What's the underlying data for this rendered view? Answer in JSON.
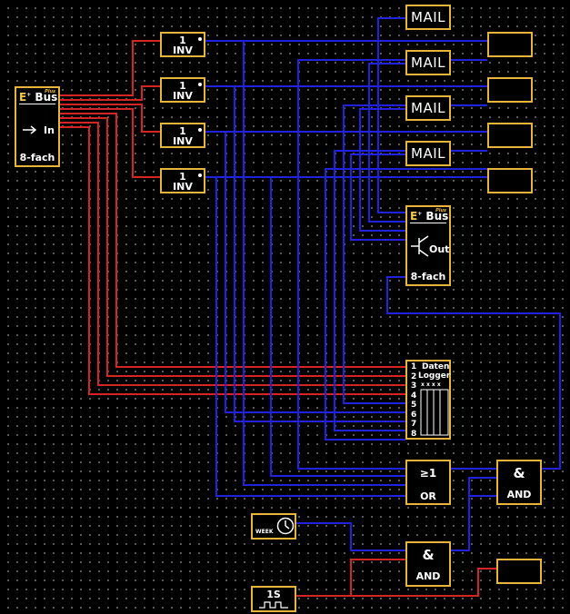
{
  "ebus_in": {
    "brand_e": "E",
    "brand_bus": "Bus",
    "plus": "Plus",
    "label": "In",
    "range": "8-fach"
  },
  "ebus_out": {
    "brand_e": "E",
    "brand_bus": "Bus",
    "plus": "Plus",
    "label": "Out",
    "range": "8-fach"
  },
  "inverters": [
    {
      "number": "1",
      "label": "INV"
    },
    {
      "number": "1",
      "label": "INV"
    },
    {
      "number": "1",
      "label": "INV"
    },
    {
      "number": "1",
      "label": "INV"
    }
  ],
  "mail_blocks": [
    "MAIL",
    "MAIL",
    "MAIL",
    "MAIL"
  ],
  "datalogger": {
    "title_1": "Daten",
    "title_2": "Logger",
    "channel_marks": "x x x x",
    "channels": [
      "1",
      "2",
      "3",
      "4",
      "5",
      "6",
      "7",
      "8"
    ]
  },
  "or_gate": {
    "symbol": "≥1",
    "label": "OR"
  },
  "and_gate_upper": {
    "symbol": "&",
    "label": "AND"
  },
  "and_gate_lower": {
    "symbol": "&",
    "label": "AND"
  },
  "week_timer": {
    "label": "WEEK"
  },
  "pulse_generator": {
    "label": "1S"
  },
  "colors": {
    "block_border": "#e8b43a",
    "wire_active": "#d42424",
    "wire_inactive": "#2121e0",
    "background": "#000000",
    "grid_dot": "#6a6a6a"
  }
}
